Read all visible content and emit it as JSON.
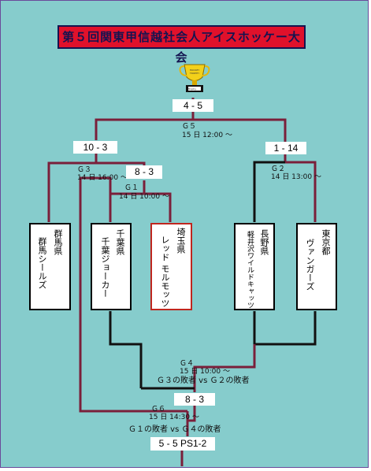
{
  "title": "第５回関東甲信越社会人アイスホッケー大会",
  "trophy": {
    "plate_text": "HOCKEY TROPHY",
    "base_text": "Trophy"
  },
  "games": {
    "g5": {
      "label": "Ｇ５",
      "schedule": "15 日 12:00 〜",
      "score": "4 - 5"
    },
    "g3": {
      "label": "Ｇ３",
      "schedule": "14 日 16:00 〜",
      "score": "10 - 3"
    },
    "g2": {
      "label": "Ｇ２",
      "schedule": "14 日 13:00 〜",
      "score": "1 - 14"
    },
    "g1": {
      "label": "Ｇ１",
      "schedule": "14 日 10:00 〜",
      "score": "8 - 3"
    },
    "g4": {
      "label": "Ｇ４",
      "schedule": "15 日 10:00 〜",
      "matchup": "Ｇ３の敗者 vs Ｇ２の敗者",
      "score": "8 - 3"
    },
    "g6": {
      "label": "Ｇ６",
      "schedule": "15 日 14:30 〜",
      "matchup": "Ｇ１の敗者 vs Ｇ４の敗者",
      "score": "5 - 5 PS1-2"
    }
  },
  "teams": [
    {
      "pref": "群馬県",
      "name": "群馬シールズ"
    },
    {
      "pref": "千葉県",
      "name": "千葉ジョーカー"
    },
    {
      "pref": "埼玉県",
      "name": "レッド モルモッツ"
    },
    {
      "pref": "長野県",
      "name": "軽井沢ワイルドキャッツ"
    },
    {
      "pref": "東京都",
      "name": "ヴァンガーズ"
    }
  ],
  "colors": {
    "background": "#86cccc",
    "winner_line": "#7a1f3a",
    "loser_line": "#111111",
    "title_bg": "#e0112b",
    "host_border": "#c0261e"
  }
}
